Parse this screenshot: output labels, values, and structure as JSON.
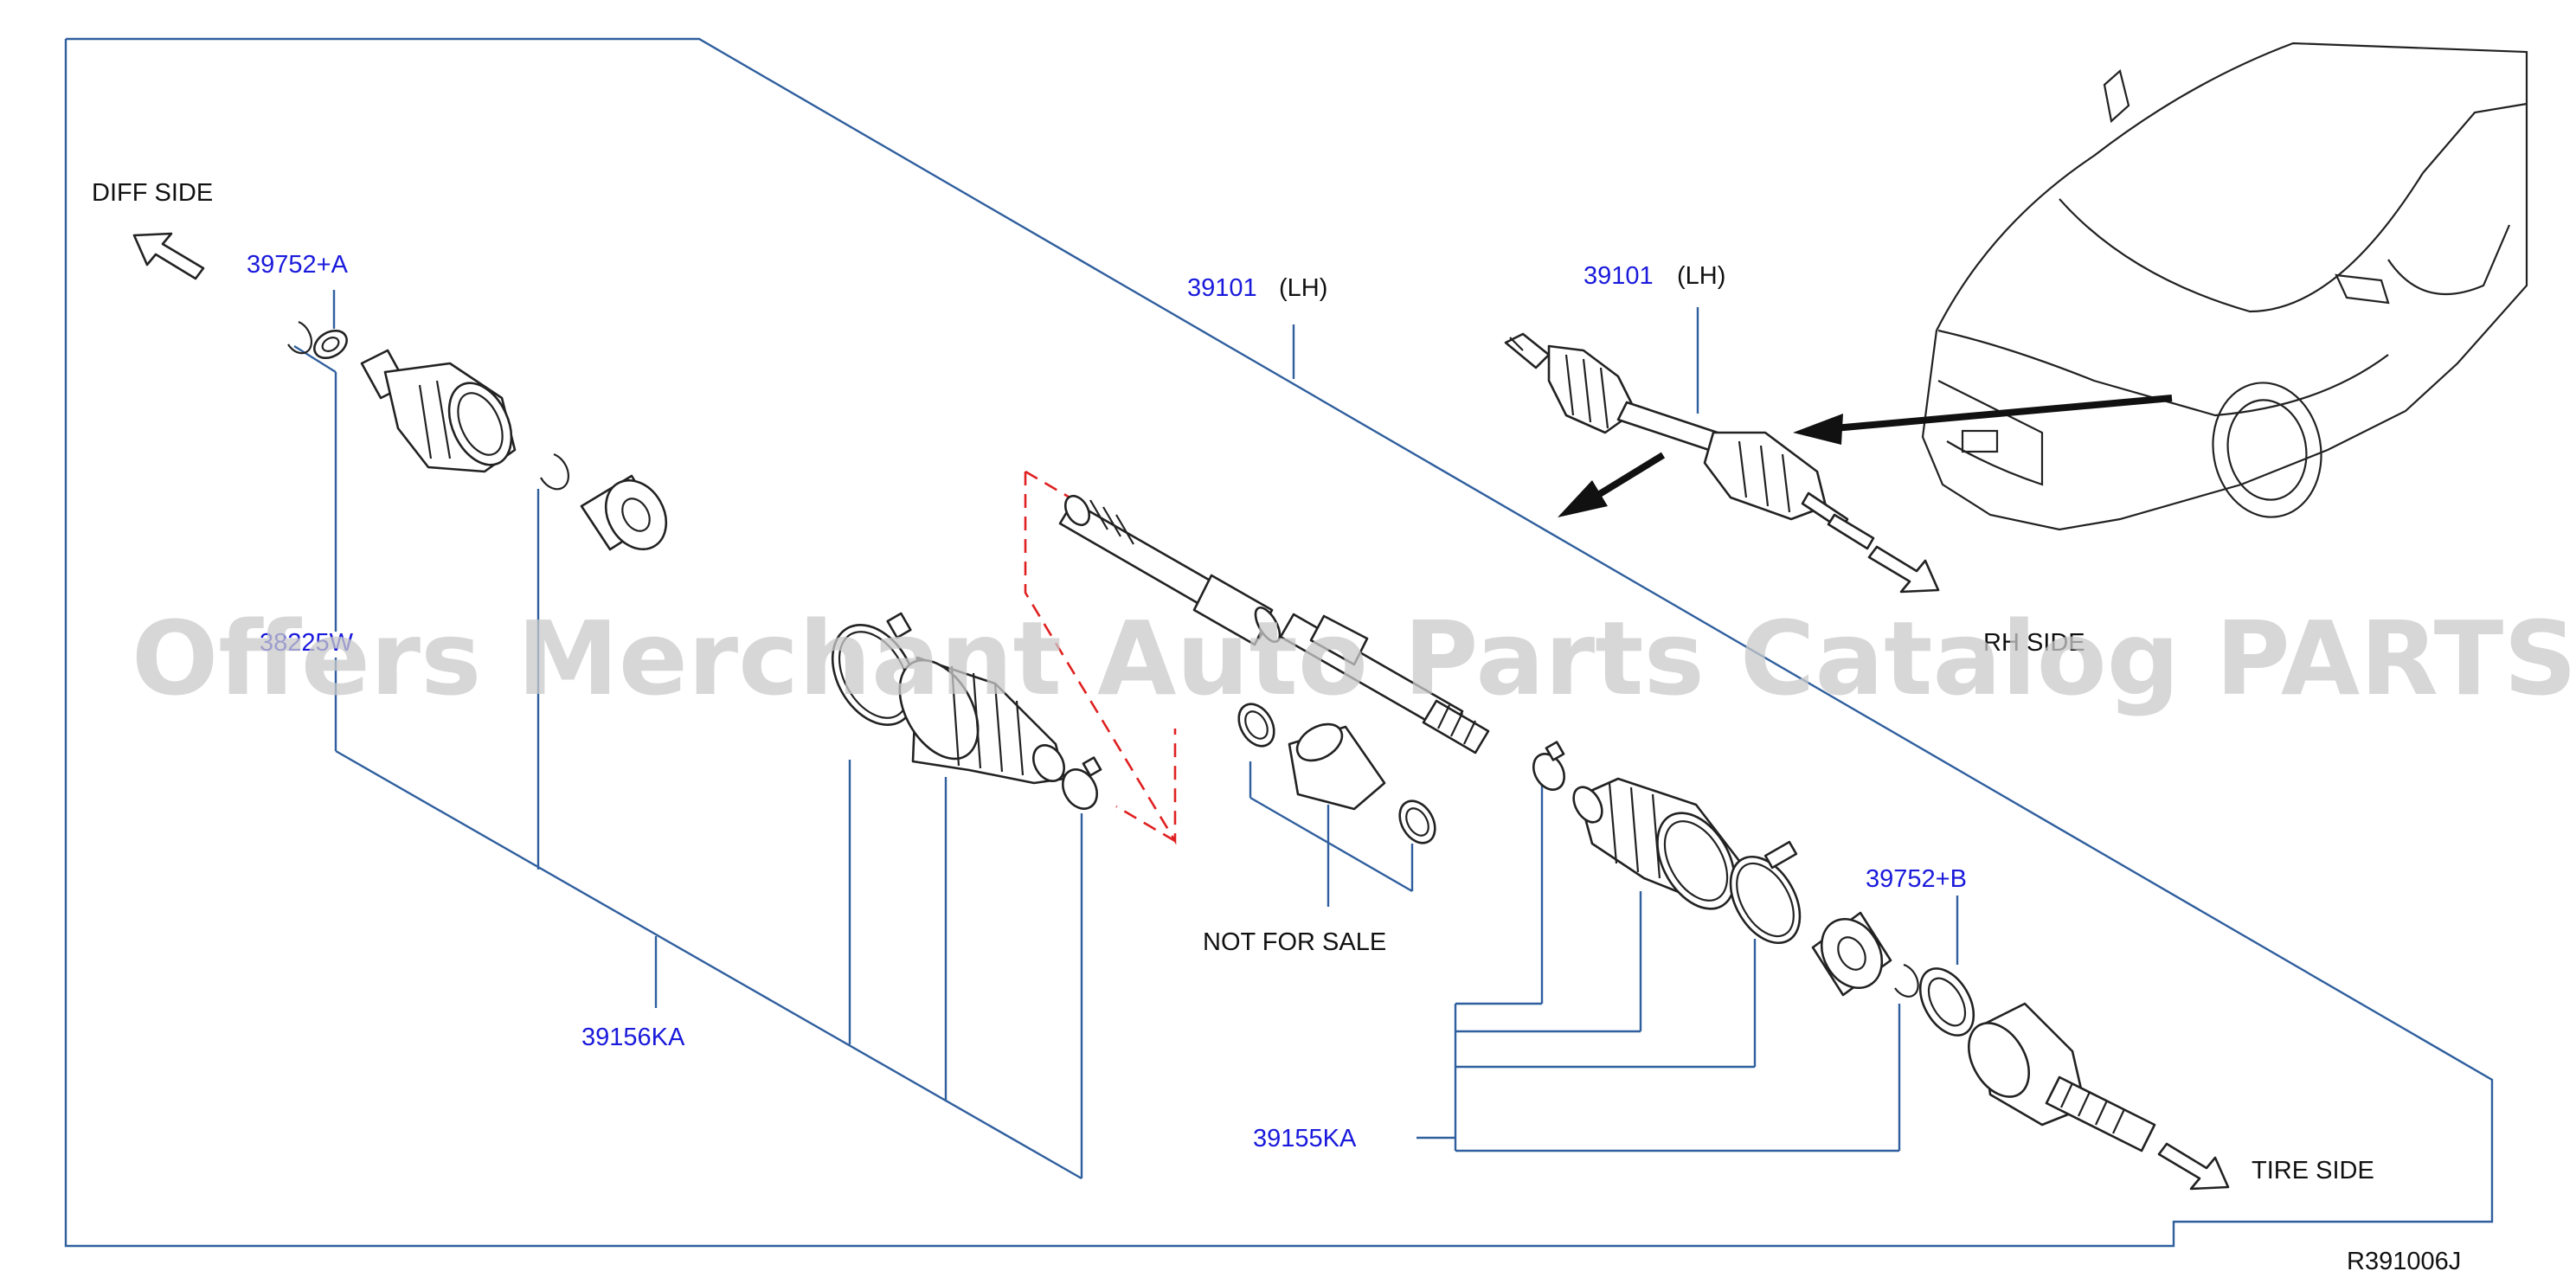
{
  "labels": {
    "diff_side": "DIFF  SIDE",
    "tire_side": "TIRE  SIDE",
    "rh_side": "RH  SIDE",
    "not_for_sale": "NOT  FOR  SALE",
    "part_39101_top": "39101",
    "lh_top": "(LH)",
    "part_39101_inset": "39101",
    "lh_inset": "(LH)",
    "part_39752A": "39752+A",
    "part_38225W": "38225W",
    "part_39156KA": "39156KA",
    "part_39155KA": "39155KA",
    "part_39752B": "39752+B",
    "diagram_code": "R391006J"
  },
  "watermark": "Offers Merchant Auto Parts Catalog PARTSTORE.SA",
  "colors": {
    "part_number": "#1a1adc",
    "leader_line": "#2f5f9e",
    "not_for_sale_box": "#e02020",
    "watermark": "#c9c9c9"
  }
}
